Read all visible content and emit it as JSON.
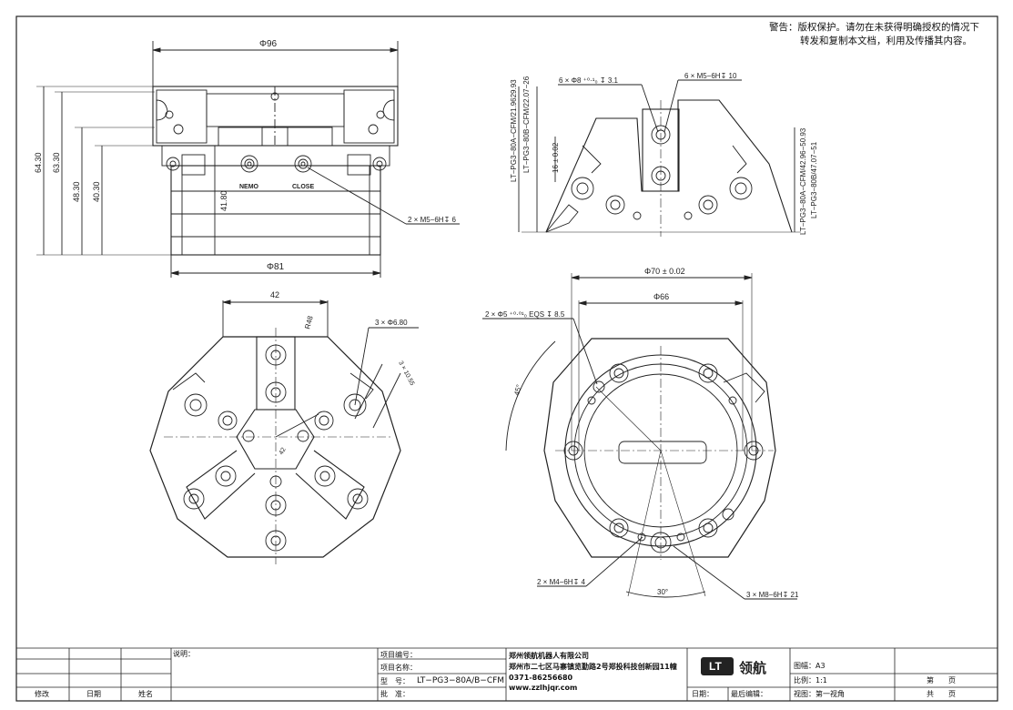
{
  "warning": {
    "label": "警告：",
    "line1": "版权保护。请勿在未获得明确授权的情况下",
    "line2": "转发和复制本文档，利用及传播其内容。"
  },
  "dims": {
    "top_phi96": "Φ96",
    "top_phi81": "Φ81",
    "h6430": "64.30",
    "h6330": "63.30",
    "h4830": "48.30",
    "h4030": "40.30",
    "h4180": "41.80",
    "m5_6": "2 × M5−6H↧ 6",
    "engrave_left": "NEMO",
    "engrave_right": "CLOSE",
    "side_phi8": "6 × Φ8 ⁺⁰·¹₀ ↧ 3.1",
    "side_m5": "6 × M5−6H↧ 10",
    "side_16": "16 ± 0.02",
    "side_text_l1": "LT−PG3−80A−CFM/21.9629.93",
    "side_text_l2": "LT−PG3−80B−CFM/22.07−26",
    "side_text_r1": "LT−PG3−80A−CFM/42.96−50.93",
    "side_text_r2": "LT−PG3−80B/47.07−51",
    "front_42": "42",
    "front_r48": "R48",
    "front_phi680": "3 × Φ6.80",
    "front_slot": "3 × 10.55",
    "front_42b": "42",
    "back_phi70": "Φ70 ± 0.02",
    "back_phi66": "Φ66",
    "back_phi5": "2 × Φ5 ⁺⁰·⁰¹₀ EQS ↧ 8.5",
    "back_45": "45°",
    "back_m4": "2 × M4−6H↧ 4",
    "back_30": "30°",
    "back_m8": "3 × M8−6H↧ 21"
  },
  "titleblock": {
    "note_label": "说明：",
    "proj_no": "项目编号：",
    "proj_name": "项目名称：",
    "model_label": "型　号：",
    "model_value": "LT−PG3−80A/B−CFM",
    "approve": "批　准：",
    "company": "郑州领航机器人有限公司",
    "address": "郑州市二七区马寨镇览勤路2号郑投科技创新园11幢",
    "phone": "0371-86256680",
    "web": "www.zzlhjqr.com",
    "logo_mark": "LT",
    "logo_text": "领航",
    "size": "图幅：A3",
    "scale": "比例：1:1",
    "view": "视图：第一视角",
    "date_label": "日期：",
    "last_edit": "最后编辑：",
    "sheet_label": "第　　页",
    "total_label": "共　　页",
    "col_modify": "修改",
    "col_date": "日期",
    "col_name": "姓名"
  }
}
